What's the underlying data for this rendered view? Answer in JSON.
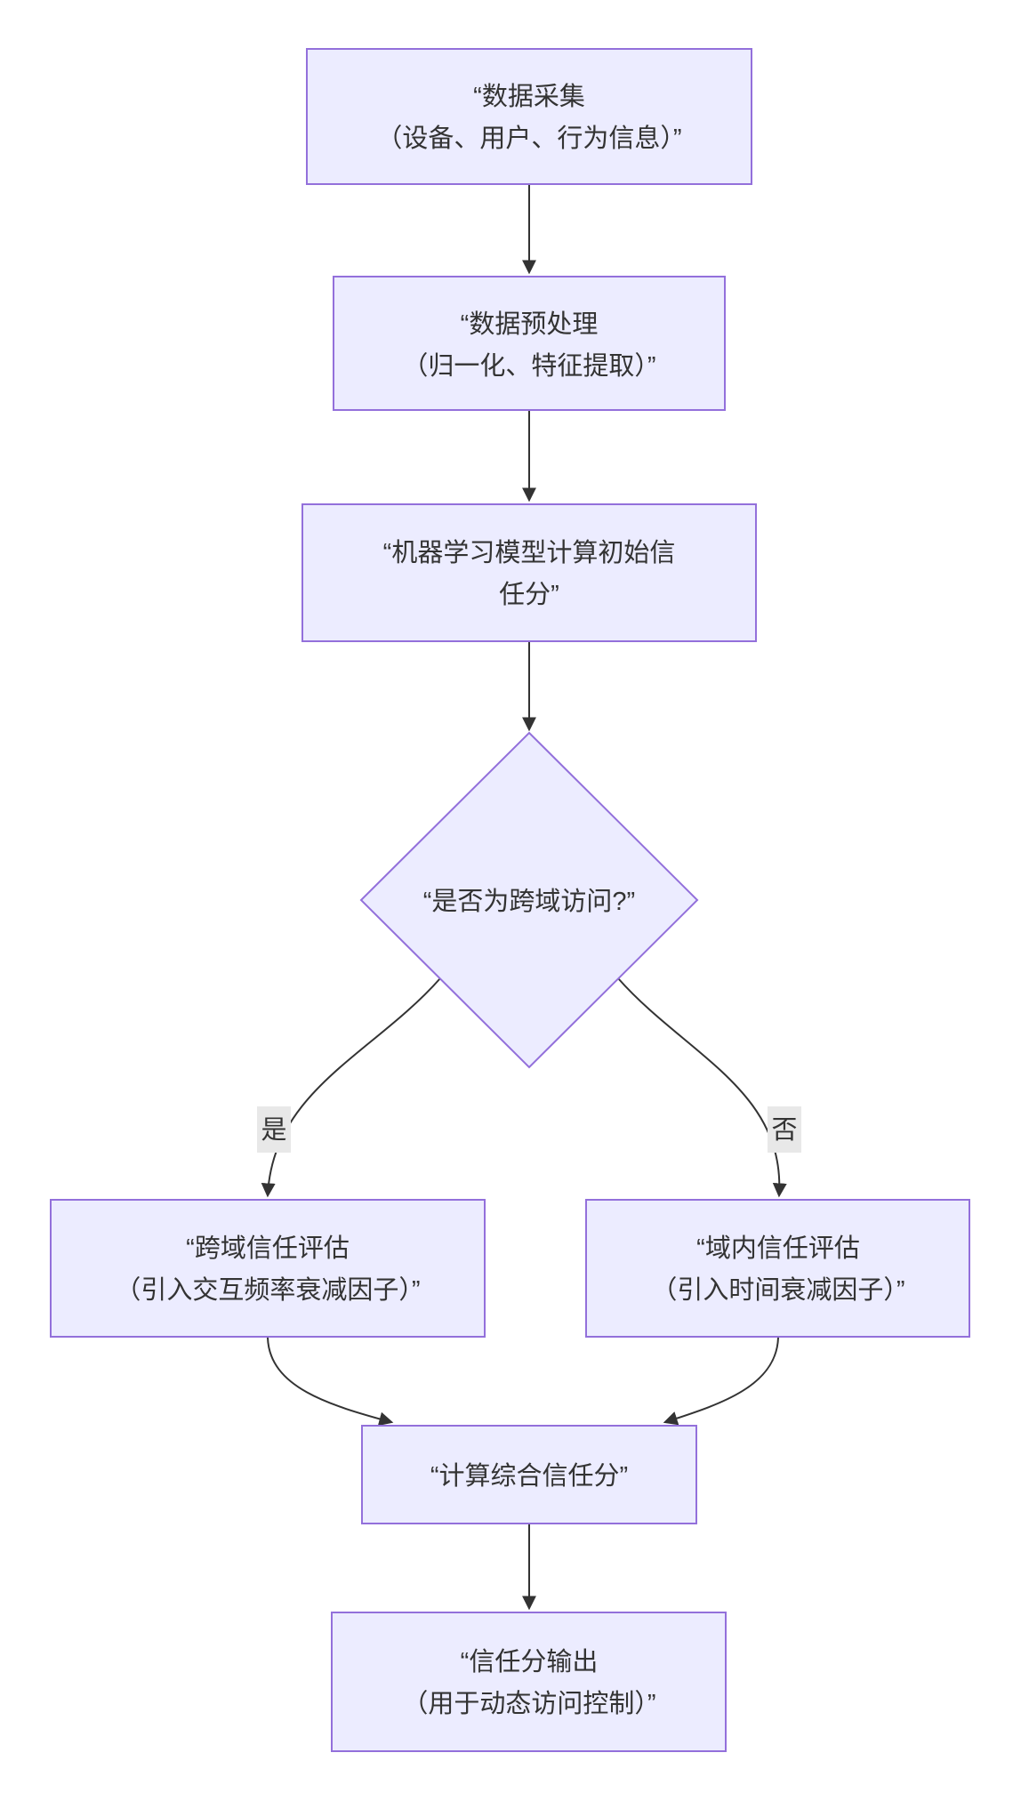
{
  "diagram": {
    "type": "flowchart",
    "direction": "top-down",
    "nodes": {
      "data_collection": {
        "shape": "rectangle",
        "lines": [
          "“数据采集",
          "（设备、用户、行为信息）”"
        ]
      },
      "preprocessing": {
        "shape": "rectangle",
        "lines": [
          "“数据预处理",
          "（归一化、特征提取）”"
        ]
      },
      "ml_initial_score": {
        "shape": "rectangle",
        "lines": [
          "“机器学习模型计算初始信",
          "任分”"
        ]
      },
      "cross_domain_check": {
        "shape": "diamond",
        "lines": [
          "“是否为跨域访问?”"
        ]
      },
      "cross_domain_eval": {
        "shape": "rectangle",
        "lines": [
          "“跨域信任评估",
          "（引入交互频率衰减因子）”"
        ]
      },
      "intra_domain_eval": {
        "shape": "rectangle",
        "lines": [
          "“域内信任评估",
          "（引入时间衰减因子）”"
        ]
      },
      "composite_score": {
        "shape": "rectangle",
        "lines": [
          "“计算综合信任分”"
        ]
      },
      "score_output": {
        "shape": "rectangle",
        "lines": [
          "“信任分输出",
          "（用于动态访问控制）”"
        ]
      }
    },
    "edges": [
      {
        "from": "data_collection",
        "to": "preprocessing",
        "label": ""
      },
      {
        "from": "preprocessing",
        "to": "ml_initial_score",
        "label": ""
      },
      {
        "from": "ml_initial_score",
        "to": "cross_domain_check",
        "label": ""
      },
      {
        "from": "cross_domain_check",
        "to": "cross_domain_eval",
        "label": "是"
      },
      {
        "from": "cross_domain_check",
        "to": "intra_domain_eval",
        "label": "否"
      },
      {
        "from": "cross_domain_eval",
        "to": "composite_score",
        "label": ""
      },
      {
        "from": "intra_domain_eval",
        "to": "composite_score",
        "label": ""
      },
      {
        "from": "composite_score",
        "to": "score_output",
        "label": ""
      }
    ],
    "colors": {
      "node_fill": "#ECECFF",
      "node_border": "#9370DB",
      "edge": "#333333",
      "text": "#333333",
      "edge_label_bg": "#E8E8E8",
      "background": "#FFFFFF"
    }
  }
}
